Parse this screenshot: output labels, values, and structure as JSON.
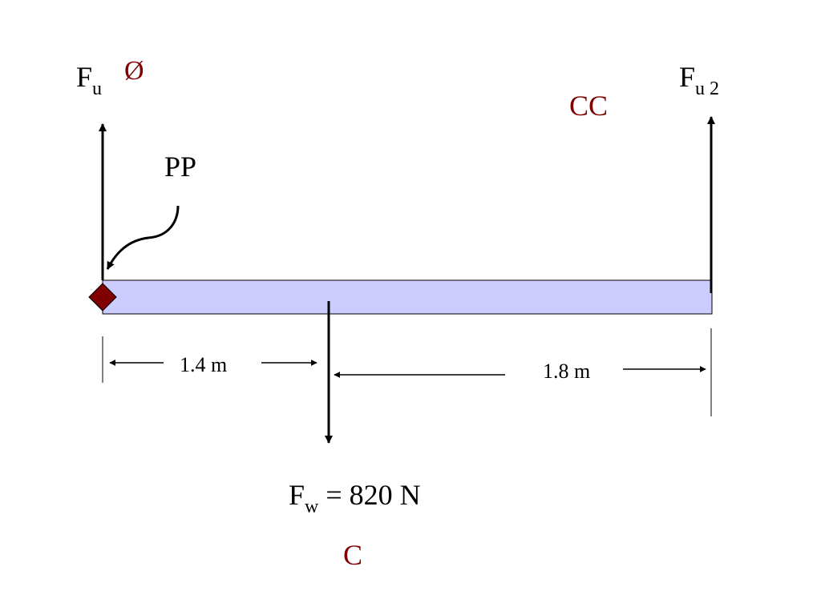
{
  "diagram": {
    "force_left": {
      "main": "F",
      "sub": "u"
    },
    "force_right": {
      "main": "F",
      "sub": "u 2"
    },
    "force_weight": {
      "main": "F",
      "sub": "w",
      "rest": " = 820 N"
    },
    "pivot_label": "PP",
    "dim_left": "1.4 m",
    "dim_right": "1.8 m",
    "mark_left": "Ø",
    "mark_right": "CC",
    "mark_weight": "C"
  },
  "colors": {
    "beam_fill": "#ccccff",
    "pivot_fill": "#800000",
    "mark_text": "#800000",
    "ink": "#000000"
  }
}
